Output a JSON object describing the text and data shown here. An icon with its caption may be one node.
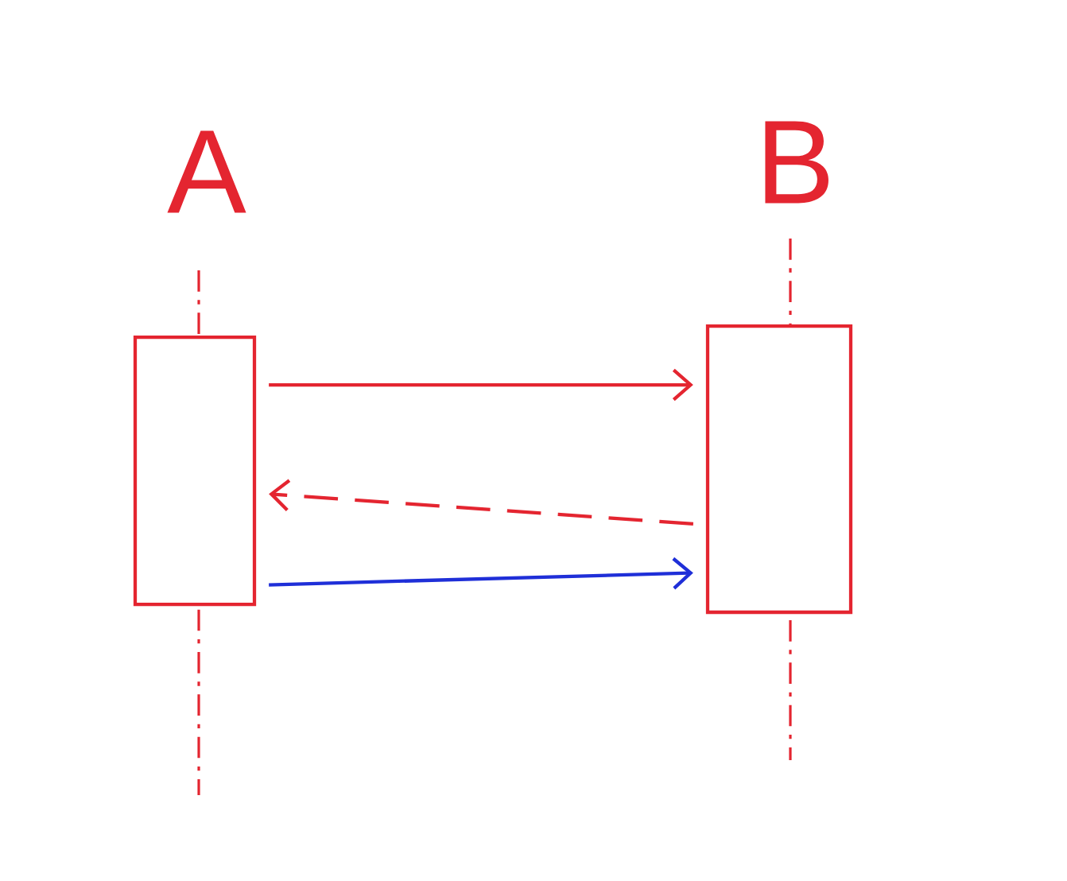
{
  "diagram": {
    "nodes": [
      {
        "text": [
          "A"
        ]
      },
      {
        "text": [
          "B"
        ]
      },
      {
        "text": [],
        "shape": "box"
      },
      {
        "text": [],
        "shape": "box"
      }
    ],
    "edges": [
      {
        "from": 2,
        "to": 3,
        "arrow": "to"
      },
      {
        "from": 3,
        "to": 2,
        "arrow": "to",
        "style": "dashed"
      },
      {
        "from": 2,
        "to": 3,
        "arrow": "to",
        "color": "#1f2fd8"
      }
    ]
  }
}
